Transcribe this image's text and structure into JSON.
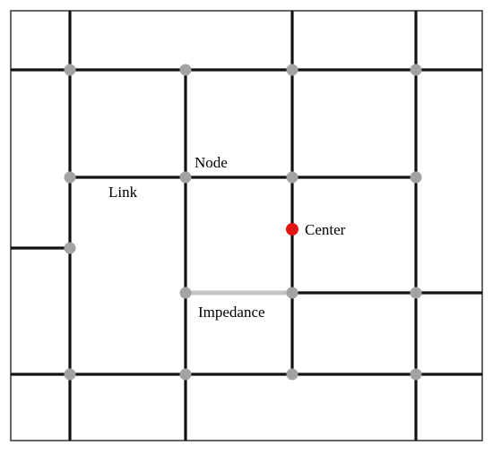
{
  "colors": {
    "background": "#ffffff",
    "frame": "#333333",
    "link": "#111111",
    "impedance_link": "#c4c4c4",
    "node": "#a3a3a3",
    "center": "#e31414"
  },
  "labels": {
    "node": "Node",
    "link": "Link",
    "center": "Center",
    "impedance": "Impedance"
  }
}
